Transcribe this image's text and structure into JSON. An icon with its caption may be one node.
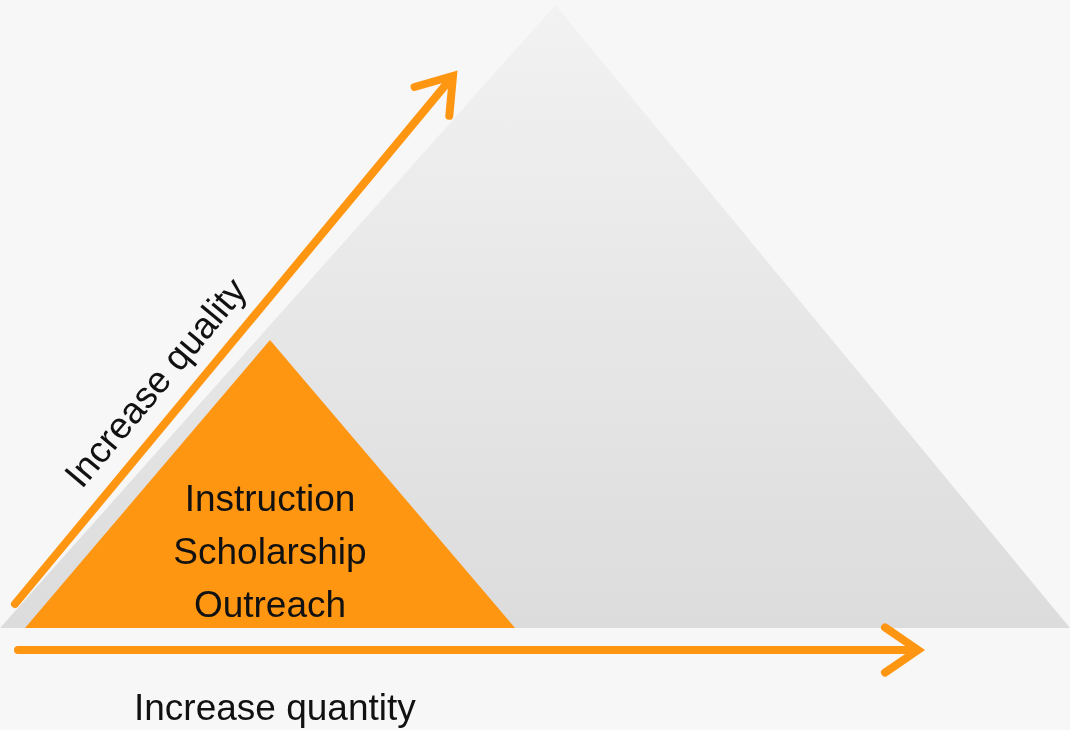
{
  "diagram": {
    "nodes": [
      {
        "text": [],
        "shape": "triangle"
      },
      {
        "text": [
          "Instruction",
          "Scholarship",
          "Outreach"
        ],
        "in": 0
      }
    ],
    "edges": [],
    "labels": [
      "Increase quality",
      "Increase quantity"
    ]
  }
}
